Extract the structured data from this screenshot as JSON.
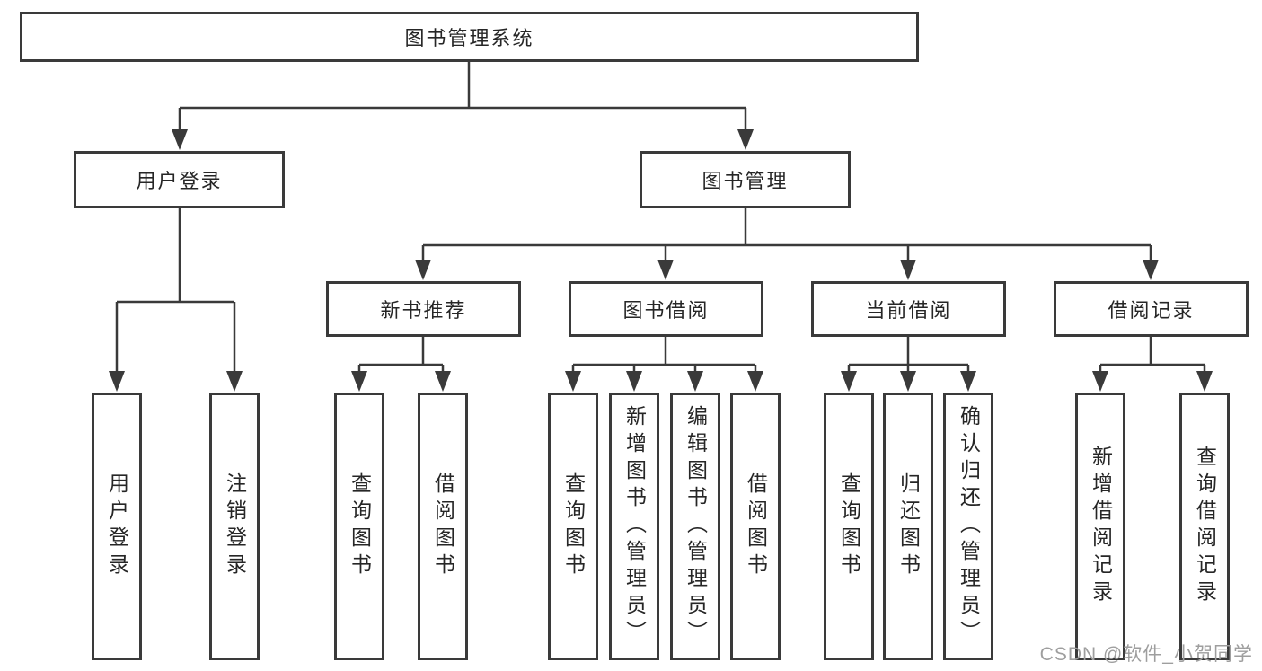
{
  "diagram": {
    "title": "图书管理系统",
    "branches": [
      {
        "label": "用户登录",
        "children": [
          {
            "label": "用户登录"
          },
          {
            "label": "注销登录"
          }
        ]
      },
      {
        "label": "图书管理",
        "children": [
          {
            "label": "新书推荐",
            "children": [
              {
                "label": "查询图书"
              },
              {
                "label": "借阅图书"
              }
            ]
          },
          {
            "label": "图书借阅",
            "children": [
              {
                "label": "查询图书"
              },
              {
                "label": "新增图书（管理员）"
              },
              {
                "label": "编辑图书（管理员）"
              },
              {
                "label": "借阅图书"
              }
            ]
          },
          {
            "label": "当前借阅",
            "children": [
              {
                "label": "查询图书"
              },
              {
                "label": "归还图书"
              },
              {
                "label": "确认归还（管理员）"
              }
            ]
          },
          {
            "label": "借阅记录",
            "children": [
              {
                "label": "新增借阅记录"
              },
              {
                "label": "查询借阅记录"
              }
            ]
          }
        ]
      }
    ]
  },
  "watermark": "CSDN @软件_小贺同学",
  "colors": {
    "line": "#3a3a3a",
    "text": "#262626",
    "watermark": "#9e9e9e",
    "background": "#ffffff"
  }
}
